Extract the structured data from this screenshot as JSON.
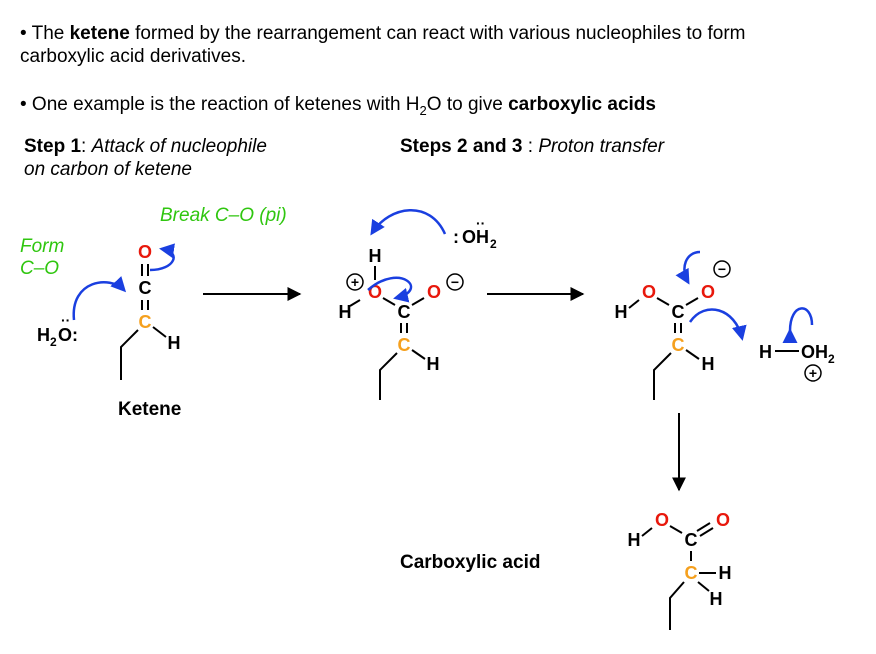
{
  "bullets": {
    "b1_pre": "• The ",
    "b1_bold": "ketene",
    "b1_post": " formed by the rearrangement can react with various nucleophiles to form",
    "b1_line2": "carboxylic acid derivatives.",
    "b2_pre": "• One example is the reaction of ketenes with H",
    "b2_sub": "2",
    "b2_mid": "O to give ",
    "b2_bold": "carboxylic acids"
  },
  "step1": {
    "bold": "Step 1",
    "sep": ": ",
    "italic1": "Attack of nucleophile",
    "italic2": "on carbon of ketene"
  },
  "step23": {
    "bold": "Steps 2 and 3",
    "sep": " : ",
    "italic": "Proton transfer"
  },
  "annotations": {
    "form_line1": "Form",
    "form_line2": "C–O",
    "break": "Break C–O (pi)"
  },
  "labels": {
    "ketene": "Ketene",
    "carboxylic_acid": "Carboxylic acid"
  },
  "atoms": {
    "O": "O",
    "C": "C",
    "H": "H",
    "H2O_H": "H",
    "sub2": "2",
    "water_colon": "O:",
    "lone_pair": "··",
    "OH": "OH",
    "colon": ":",
    "plus": "+",
    "minus": "−"
  },
  "colors": {
    "oxygen": "#e8180c",
    "carbon_highlight": "#f5a01e",
    "arrow_blue": "#1a3fe0",
    "annotation_green": "#2fc60f",
    "black": "#000000"
  }
}
